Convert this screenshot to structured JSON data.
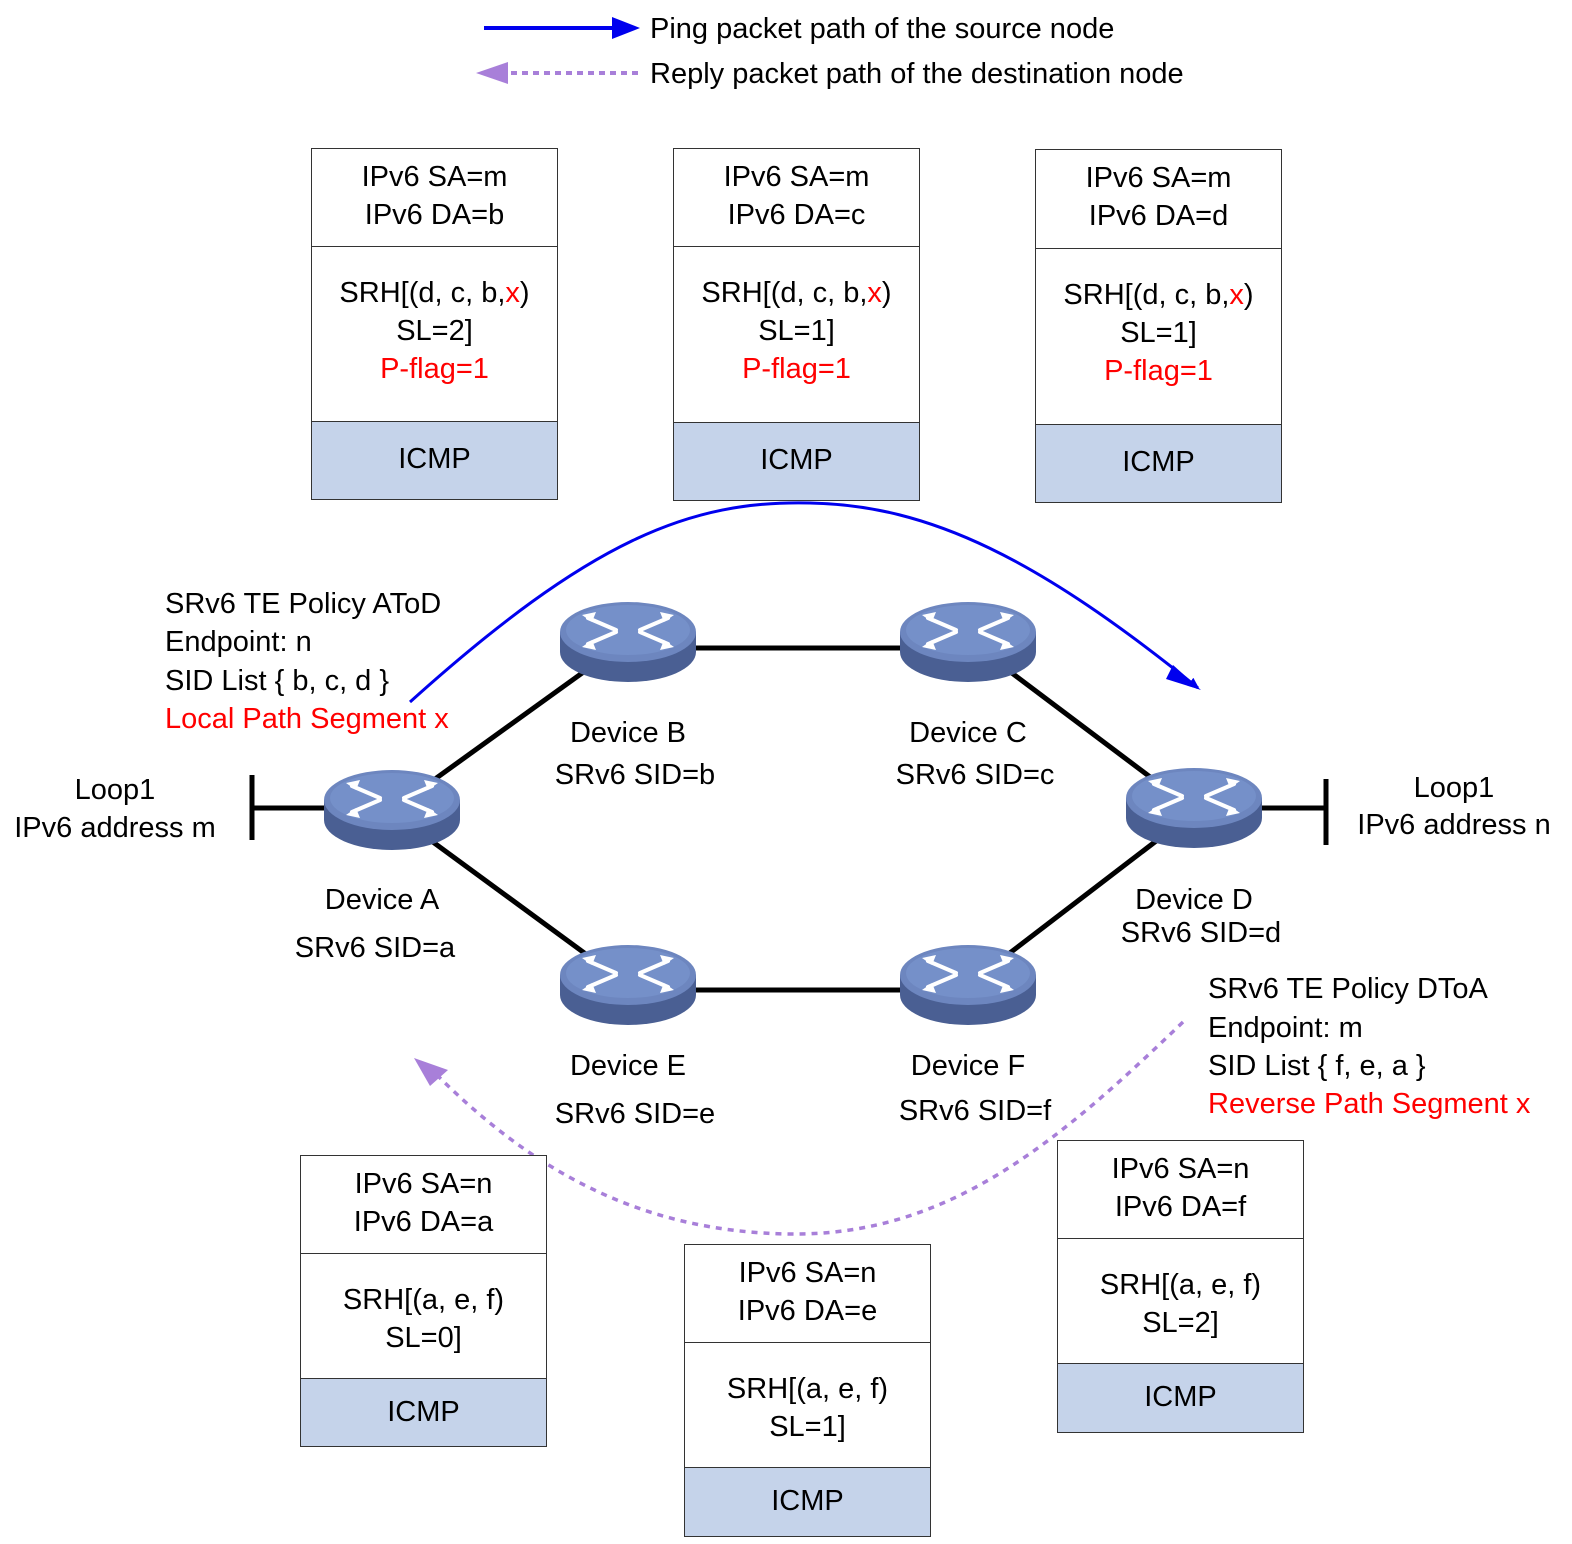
{
  "legend": {
    "ping": "Ping packet path of the source node",
    "reply": "Reply packet path of the destination node"
  },
  "colors": {
    "ping_path": "#0000ee",
    "reply_path": "#a87fd9",
    "icmp_fill": "#c5d3ea",
    "highlight": "#ff0000",
    "router": "#5b72a8"
  },
  "devices": {
    "a": {
      "name": "Device A",
      "sid": "SRv6 SID=a"
    },
    "b": {
      "name": "Device B",
      "sid": "SRv6 SID=b"
    },
    "c": {
      "name": "Device C",
      "sid": "SRv6 SID=c"
    },
    "d": {
      "name": "Device D",
      "sid": "SRv6 SID=d"
    },
    "e": {
      "name": "Device E",
      "sid": "SRv6 SID=e"
    },
    "f": {
      "name": "Device F",
      "sid": "SRv6 SID=f"
    }
  },
  "loops": {
    "left": {
      "name": "Loop1",
      "addr": "IPv6 address m"
    },
    "right": {
      "name": "Loop1",
      "addr": "IPv6 address n"
    }
  },
  "policy_atod": {
    "l1": "SRv6 TE Policy AToD",
    "l2": "Endpoint: n",
    "l3": "SID List { b, c, d }",
    "l4": "Local Path Segment x"
  },
  "policy_dtoa": {
    "l1": "SRv6 TE Policy DToA",
    "l2": "Endpoint: m",
    "l3": "SID List { f, e, a }",
    "l4": "Reverse Path Segment x"
  },
  "packets": {
    "p1": {
      "sa": "IPv6 SA=m",
      "da": "IPv6 DA=b",
      "srh_pre": "SRH[(d, c, b,",
      "srh_x": "x",
      "srh_post": ")",
      "sl": "SL=2]",
      "pflag": "P-flag=1",
      "icmp": "ICMP"
    },
    "p2": {
      "sa": "IPv6 SA=m",
      "da": "IPv6 DA=c",
      "srh_pre": "SRH[(d, c, b,",
      "srh_x": "x",
      "srh_post": ")",
      "sl": "SL=1]",
      "pflag": "P-flag=1",
      "icmp": "ICMP"
    },
    "p3": {
      "sa": "IPv6 SA=m",
      "da": "IPv6 DA=d",
      "srh_pre": "SRH[(d, c, b,",
      "srh_x": "x",
      "srh_post": ")",
      "sl": "SL=1]",
      "pflag": "P-flag=1",
      "icmp": "ICMP"
    },
    "r1": {
      "sa": "IPv6 SA=n",
      "da": "IPv6 DA=a",
      "srh": "SRH[(a, e, f)",
      "sl": "SL=0]",
      "icmp": "ICMP"
    },
    "r2": {
      "sa": "IPv6 SA=n",
      "da": "IPv6 DA=e",
      "srh": "SRH[(a, e, f)",
      "sl": "SL=1]",
      "icmp": "ICMP"
    },
    "r3": {
      "sa": "IPv6 SA=n",
      "da": "IPv6 DA=f",
      "srh": "SRH[(a, e, f)",
      "sl": "SL=2]",
      "icmp": "ICMP"
    }
  }
}
